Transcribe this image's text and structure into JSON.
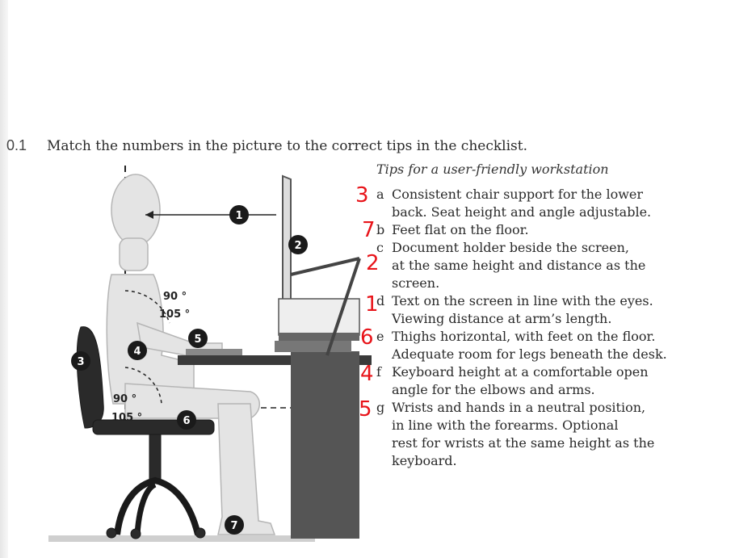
{
  "exercise": {
    "number": "0.1",
    "instruction": "Match the numbers in the picture to the correct tips in the checklist."
  },
  "figure": {
    "callouts": [
      "1",
      "2",
      "3",
      "4",
      "5",
      "6",
      "7"
    ],
    "angle_labels": {
      "elbow_inner": "90 °",
      "elbow_outer": "105 °",
      "hip_inner": "90 °",
      "hip_outer": "105 °"
    }
  },
  "checklist": {
    "title": "Tips for a user-friendly workstation",
    "tips": [
      {
        "letter": "a",
        "lines": [
          "Consistent chair support for the lower",
          "back. Seat height and angle adjustable."
        ]
      },
      {
        "letter": "b",
        "lines": [
          "Feet flat on the floor."
        ]
      },
      {
        "letter": "c",
        "lines": [
          "Document holder beside the screen,",
          "at the same height and distance as the",
          "screen."
        ]
      },
      {
        "letter": "d",
        "lines": [
          "Text on the screen in line with the eyes.",
          "Viewing distance at arm’s length."
        ]
      },
      {
        "letter": "e",
        "lines": [
          "Thighs horizontal, with feet on the floor.",
          "Adequate room for legs beneath the desk."
        ]
      },
      {
        "letter": "f",
        "lines": [
          "Keyboard height at a comfortable open",
          "angle for the elbows and arms."
        ]
      },
      {
        "letter": "g",
        "lines": [
          "Wrists and hands in a neutral position,",
          "in line with the forearms. Optional",
          "rest for wrists at the same height as the",
          "keyboard."
        ]
      }
    ]
  },
  "handwritten_answers": {
    "a": "3",
    "b": "7",
    "c": "2",
    "d": "1",
    "e": "6",
    "f": "4",
    "g": "5"
  },
  "colors": {
    "ink": "#2a2a2a",
    "handwriting": "#e8141a",
    "figure_fill": "#e4e4e4",
    "callout": "#1a1a1a"
  }
}
